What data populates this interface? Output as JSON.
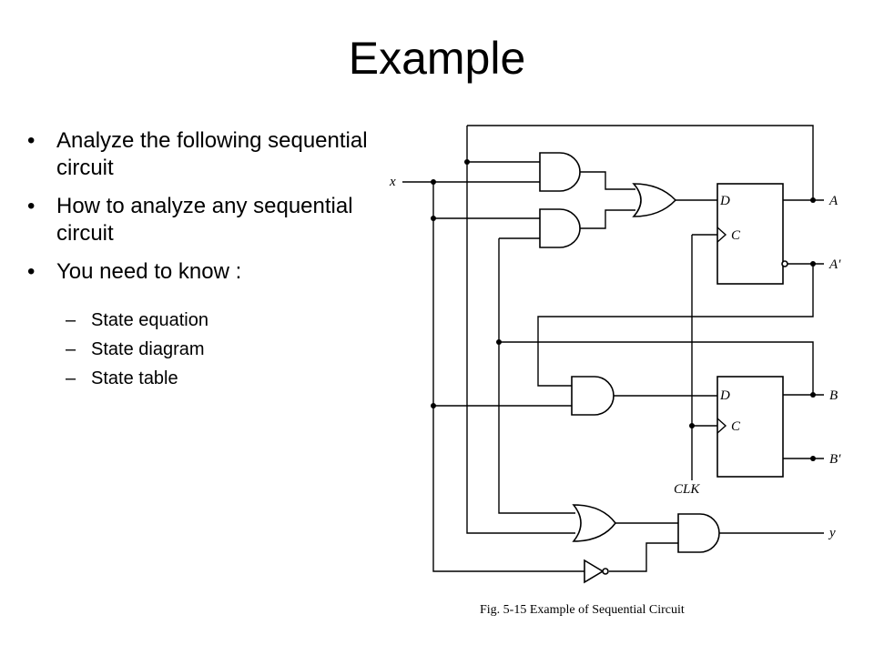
{
  "slide": {
    "title": "Example",
    "bullets": [
      "Analyze the following sequential circuit",
      "How to analyze any sequential circuit",
      "You need to know :"
    ],
    "subbullets": [
      "State equation",
      "State diagram",
      "State table"
    ]
  },
  "figure": {
    "input_label": "x",
    "output_A": "A",
    "output_A_prime": "A′",
    "output_B": "B",
    "output_B_prime": "B′",
    "output_y": "y",
    "clock_label": "CLK",
    "ff_d_label": "D",
    "ff_c_label": "C",
    "caption": "Fig. 5-15  Example of Sequential Circuit"
  }
}
